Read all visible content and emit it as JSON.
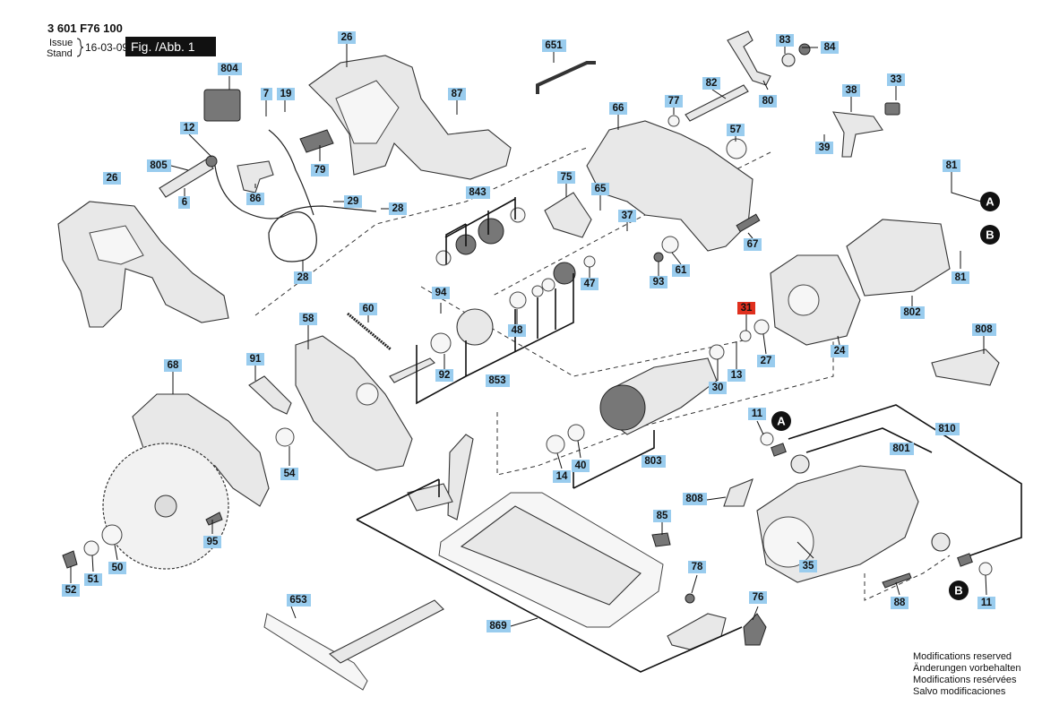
{
  "header": {
    "doc_id": "3 601 F76 100",
    "issue_label": "Issue",
    "stand_label": "Stand",
    "date": "16-03-09",
    "figure": "Fig. /Abb. 1"
  },
  "labels": {
    "p26a": "26",
    "p26b": "26",
    "p804": "804",
    "p7": "7",
    "p19": "19",
    "p12": "12",
    "p805": "805",
    "p6": "6",
    "p86": "86",
    "p79": "79",
    "p29": "29",
    "p28a": "28",
    "p28b": "28",
    "p87": "87",
    "p651": "651",
    "p83": "83",
    "p84": "84",
    "p82": "82",
    "p80": "80",
    "p77": "77",
    "p38": "38",
    "p33": "33",
    "p39": "39",
    "p66": "66",
    "p57": "57",
    "p75": "75",
    "p65": "65",
    "p37": "37",
    "p843": "843",
    "p81a": "81",
    "p81b": "81",
    "p67": "67",
    "p61": "61",
    "p93": "93",
    "p47": "47",
    "p94": "94",
    "p60": "60",
    "p58": "58",
    "p48": "48",
    "p92": "92",
    "p853": "853",
    "p31": "31",
    "p27": "27",
    "p24": "24",
    "p802": "802",
    "p808a": "808",
    "p68": "68",
    "p91": "91",
    "p30": "30",
    "p13": "13",
    "p54": "54",
    "p11a": "11",
    "p810": "810",
    "p801": "801",
    "p40": "40",
    "p14": "14",
    "p803": "803",
    "p95": "95",
    "p808b": "808",
    "p85": "85",
    "p52": "52",
    "p51": "51",
    "p50": "50",
    "p35": "35",
    "p78": "78",
    "p76": "76",
    "p88": "88",
    "p11b": "11",
    "p653": "653",
    "p869": "869"
  },
  "refs": {
    "a1": "A",
    "b1": "B",
    "a2": "A",
    "b2": "B"
  },
  "modifications": [
    "Modifications reserved",
    "Änderungen vorbehalten",
    "Modifications resérvées",
    "Salvo modificaciones"
  ],
  "colors": {
    "label_fill": "#99ccee",
    "highlight_fill": "#e0301e",
    "figure_fill": "#111111"
  }
}
